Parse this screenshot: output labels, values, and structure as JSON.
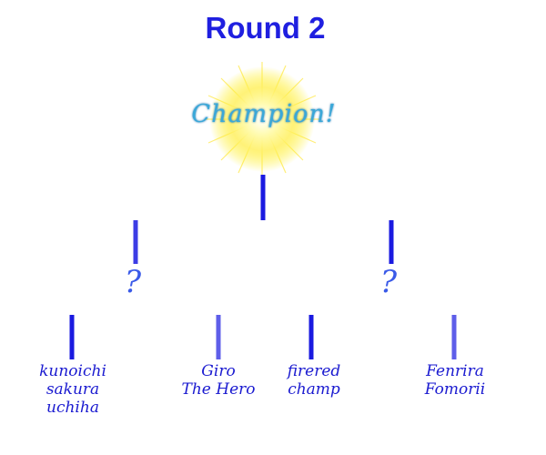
{
  "title": "Round 2",
  "champion": "Champion!",
  "semifinal": {
    "left": "?",
    "right": "?"
  },
  "players": {
    "p1": "kunoichi\nsakura\nuchiha",
    "p2": "Giro\nThe Hero",
    "p3": "firered\nchamp",
    "p4": "Fenrira\nFomorii"
  },
  "colors": {
    "line": "#1a1ae0",
    "title": "#1f1fe0",
    "sun": "#ffe600"
  }
}
